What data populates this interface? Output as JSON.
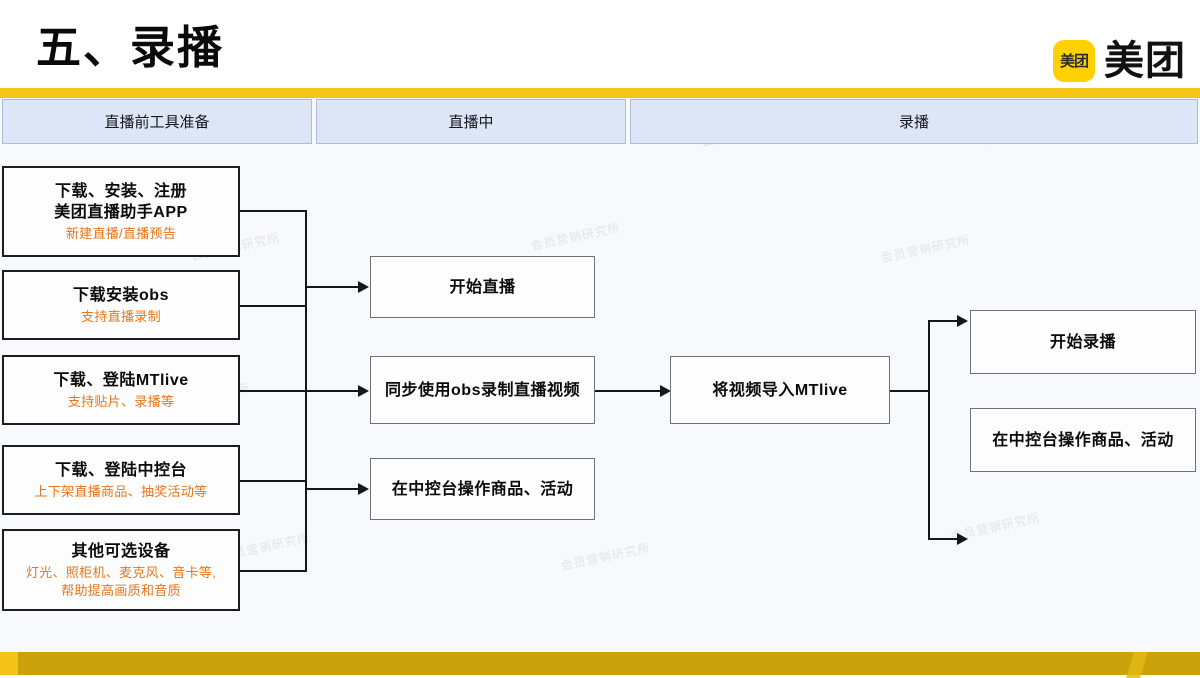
{
  "slide": {
    "title": "五、录播",
    "brand": {
      "mark_text": "美团",
      "name": "美团"
    },
    "accent_top": "#F5C416",
    "accent_bottom": "#C9A20C",
    "subtitle_color": "#E8751A",
    "watermark": "会员营销研究所"
  },
  "phases": [
    {
      "label": "直播前工具准备"
    },
    {
      "label": "直播中"
    },
    {
      "label": "录播"
    }
  ],
  "prep_nodes": [
    {
      "title": "下载、安装、注册\n美团直播助手APP",
      "line1": "下载、安装、注册",
      "line2": "美团直播助手APP",
      "sub": "新建直播/直播预告"
    },
    {
      "title": "下载安装obs",
      "line1": "下载安装obs",
      "line2": "",
      "sub": "支持直播录制"
    },
    {
      "title": "下载、登陆MTlive",
      "line1": "下载、登陆MTlive",
      "line2": "",
      "sub": "支持贴片、录播等"
    },
    {
      "title": "下载、登陆中控台",
      "line1": "下载、登陆中控台",
      "line2": "",
      "sub": "上下架直播商品、抽奖活动等"
    },
    {
      "title": "其他可选设备",
      "line1": "其他可选设备",
      "line2": "",
      "sub": "灯光、照柜机、麦克风、音卡等,\n帮助提高画质和音质",
      "sub1": "灯光、照柜机、麦克风、音卡等,",
      "sub2": "帮助提高画质和音质"
    }
  ],
  "live_nodes": [
    {
      "title": "开始直播"
    },
    {
      "title": "同步使用obs录制直播视频"
    },
    {
      "title": "在中控台操作商品、活动"
    }
  ],
  "record_nodes": [
    {
      "title": "将视频导入MTlive"
    },
    {
      "title": "开始录播"
    },
    {
      "title": "在中控台操作商品、活动"
    }
  ]
}
